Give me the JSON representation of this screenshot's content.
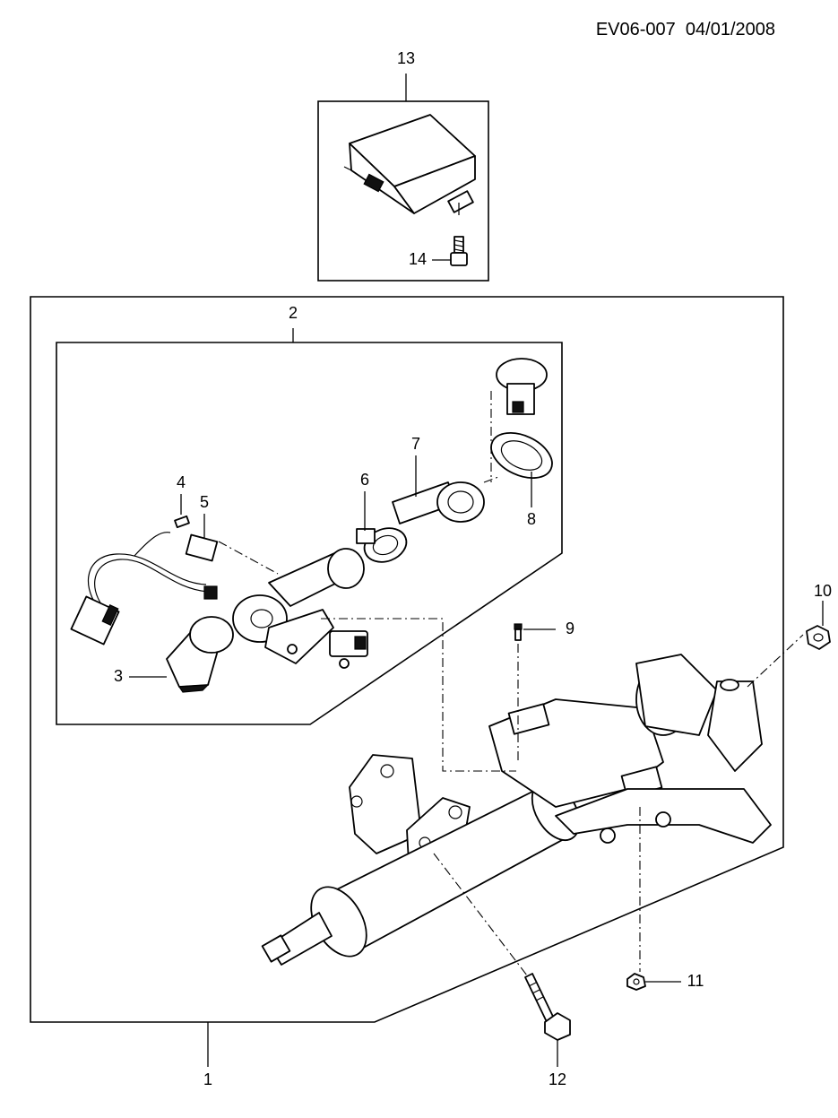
{
  "header": {
    "doc_code": "EV06-007  04/01/2008"
  },
  "callouts": [
    {
      "id": "1",
      "text": "1"
    },
    {
      "id": "2",
      "text": "2"
    },
    {
      "id": "3",
      "text": "3"
    },
    {
      "id": "4",
      "text": "4"
    },
    {
      "id": "5",
      "text": "5"
    },
    {
      "id": "6",
      "text": "6"
    },
    {
      "id": "7",
      "text": "7"
    },
    {
      "id": "8",
      "text": "8"
    },
    {
      "id": "9",
      "text": "9"
    },
    {
      "id": "10",
      "text": "10"
    },
    {
      "id": "11",
      "text": "11"
    },
    {
      "id": "12",
      "text": "12"
    },
    {
      "id": "13",
      "text": "13"
    },
    {
      "id": "14",
      "text": "14"
    }
  ]
}
